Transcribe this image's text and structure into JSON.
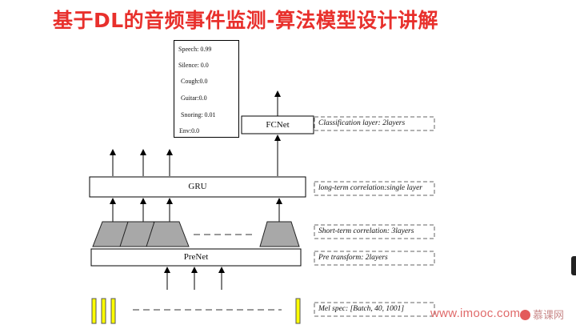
{
  "slide": {
    "title": "基于DL的音频事件监测-算法模型设计讲解"
  },
  "output_probs": [
    "Speech: 0.99",
    "Silence: 0.0",
    "Cough:0.0",
    "Guitar:0.0",
    "Snoring: 0.01",
    "Env:0.0"
  ],
  "nodes": {
    "fcnet": "FCNet",
    "gru": "GRU",
    "prenet": "PreNet"
  },
  "annotations": {
    "classification": "Classification layer: 2layers",
    "long_term": "long-term correlation:single layer",
    "short_term": "Short-term correlation: 3layers",
    "pre_transform": "Pre transform: 2layers",
    "mel_spec": "Mel spec: [Batch, 40, 1001]"
  },
  "colors": {
    "title": "#e8302c",
    "trapezoid_fill": "#a8a8a8",
    "mel_bar_fill": "#ffff00"
  },
  "watermark": {
    "url": "www.imooc.com",
    "logo_text": "慕课网",
    "logo_icon": "imooc-logo-icon"
  }
}
